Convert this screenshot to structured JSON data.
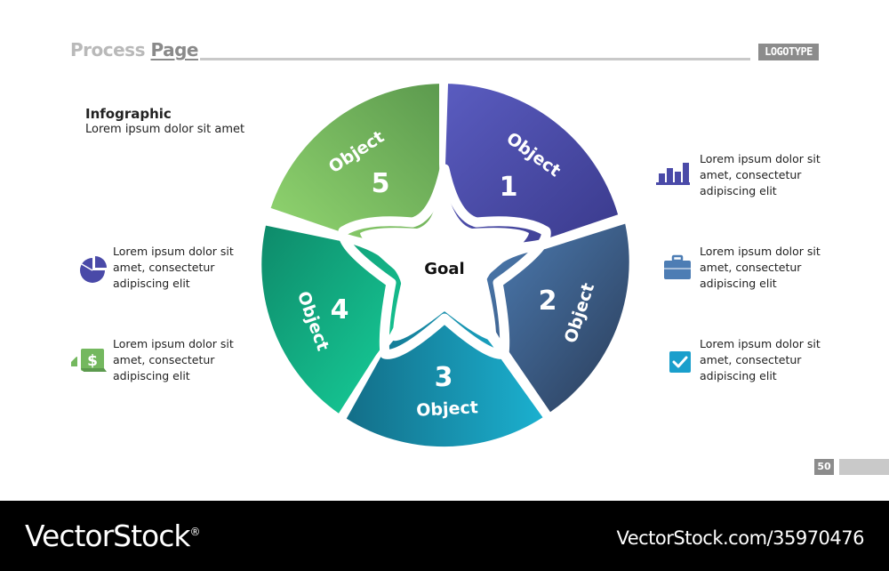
{
  "header": {
    "title_word1": "Process",
    "title_word2": "Page",
    "logotype": "LOGOTYPE"
  },
  "infographic": {
    "title": "Infographic",
    "subtitle": "Lorem ipsum dolor sit amet"
  },
  "diagram": {
    "center_label": "Goal",
    "segments": [
      {
        "number": "1",
        "label": "Object",
        "color": "#4a4aa8"
      },
      {
        "number": "2",
        "label": "Object",
        "color": "#3d5f88"
      },
      {
        "number": "3",
        "label": "Object",
        "color": "#1a8fb0"
      },
      {
        "number": "4",
        "label": "Object",
        "color": "#14a487"
      },
      {
        "number": "5",
        "label": "Object",
        "color": "#74b85f"
      }
    ]
  },
  "notes": {
    "right_1": {
      "icon": "bar-chart-icon",
      "lines": [
        "Lorem ipsum dolor sit",
        "amet, consectetur",
        "adipiscing elit"
      ]
    },
    "right_2": {
      "icon": "briefcase-icon",
      "lines": [
        "Lorem ipsum dolor sit",
        "amet, consectetur",
        "adipiscing elit"
      ]
    },
    "right_3": {
      "icon": "checkbox-icon",
      "lines": [
        "Lorem ipsum dolor sit",
        "amet, consectetur",
        "adipiscing elit"
      ]
    },
    "left_1": {
      "icon": "pie-chart-icon",
      "lines": [
        "Lorem ipsum dolor sit",
        "amet, consectetur",
        "adipiscing elit"
      ]
    },
    "left_2": {
      "icon": "dollar-document-icon",
      "lines": [
        "Lorem ipsum dolor sit",
        "amet, consectetur",
        "adipiscing elit"
      ]
    }
  },
  "page_number": "50",
  "footer": {
    "brand": "VectorStock",
    "brand_mark": "®",
    "url": "VectorStock.com/35970476"
  }
}
